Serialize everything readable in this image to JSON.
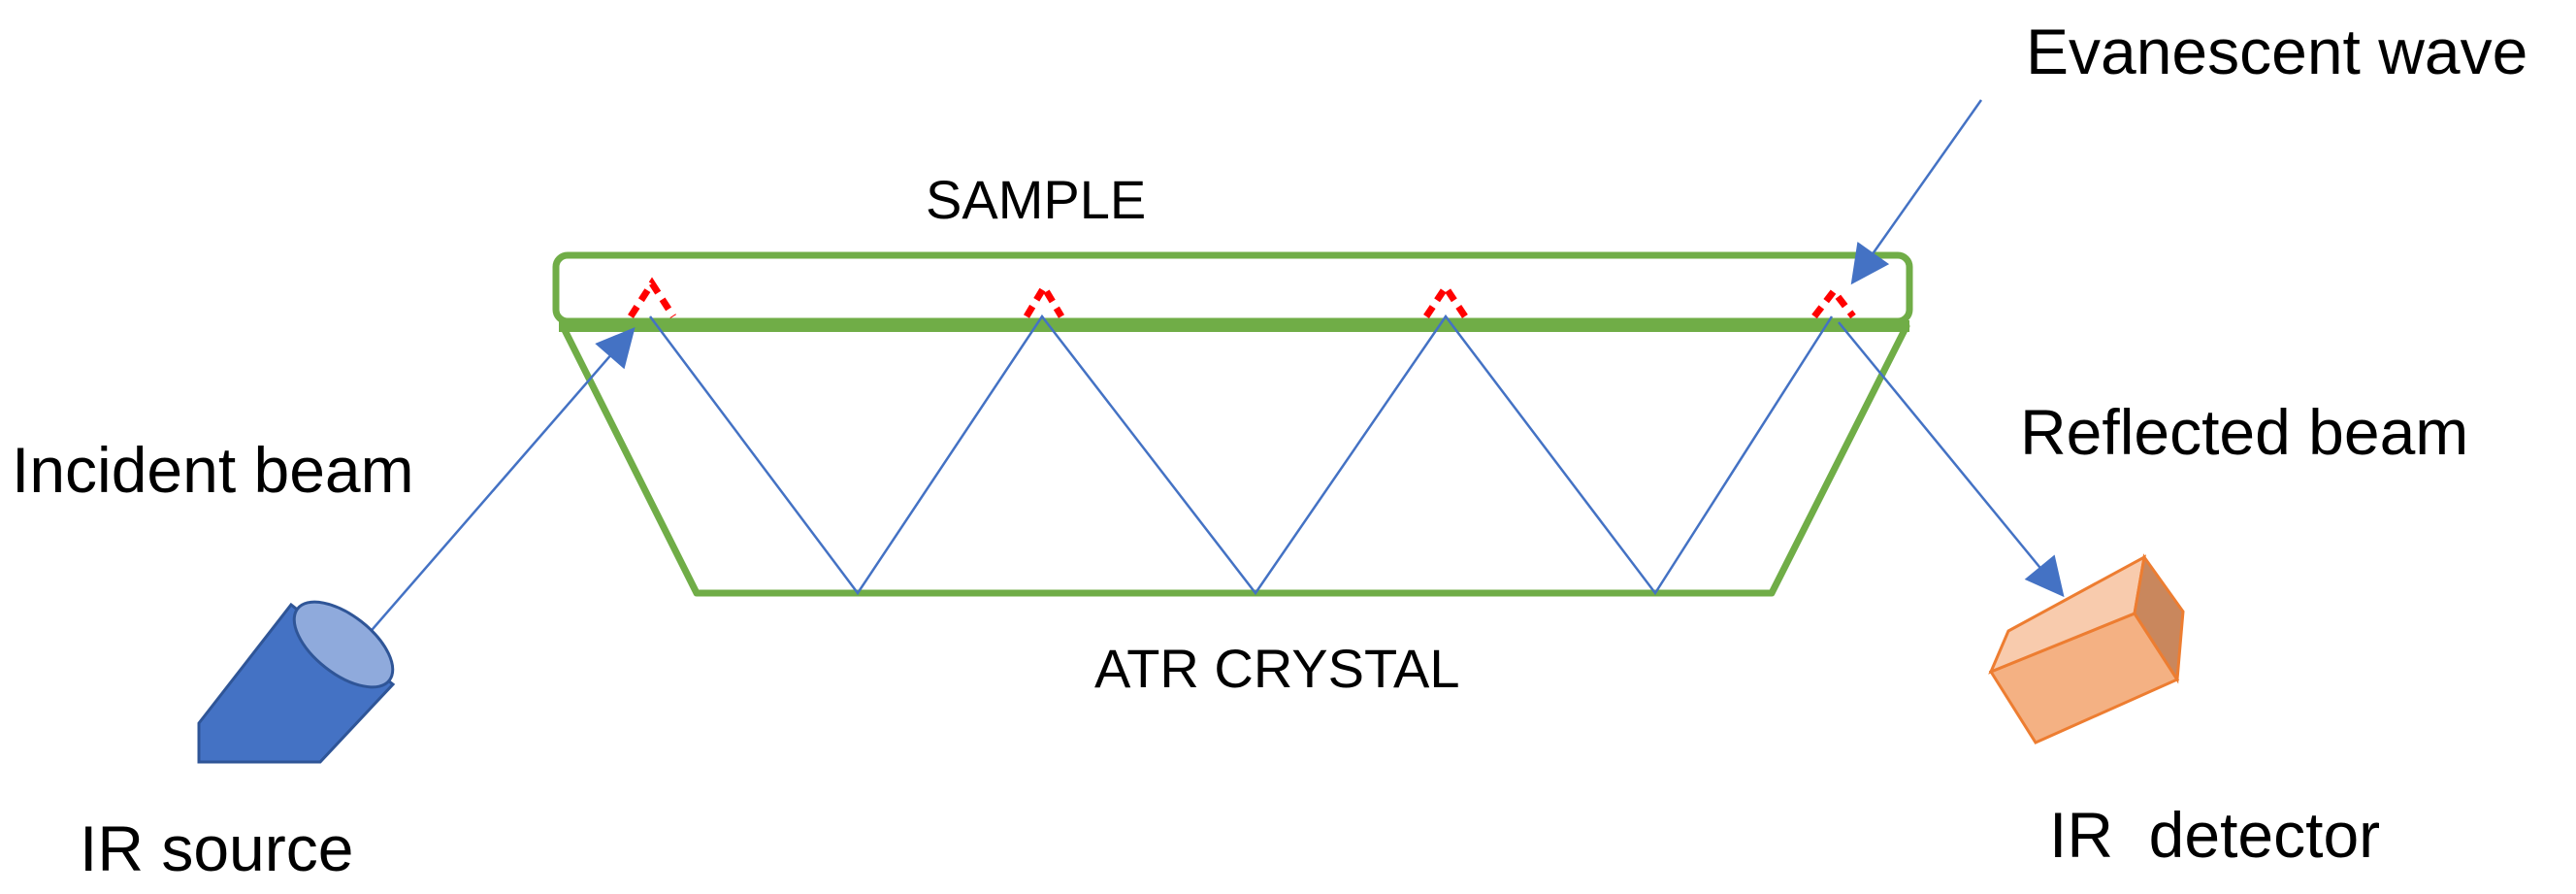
{
  "labels": {
    "evanescent_wave": "Evanescent wave",
    "sample": "SAMPLE",
    "incident_beam": "Incident beam",
    "reflected_beam": "Reflected beam",
    "atr_crystal": "ATR CRYSTAL",
    "ir_source": "IR source",
    "ir_detector": "IR  detector"
  },
  "colors": {
    "crystal_outline": "#70AD47",
    "beam": "#4472C4",
    "evanescent": "#FF0000",
    "source_body": "#4472C4",
    "detector_body": "#F4B183",
    "detector_edge": "#ED7D31"
  },
  "icons": {
    "source": "cylinder-icon",
    "detector": "box-icon"
  }
}
